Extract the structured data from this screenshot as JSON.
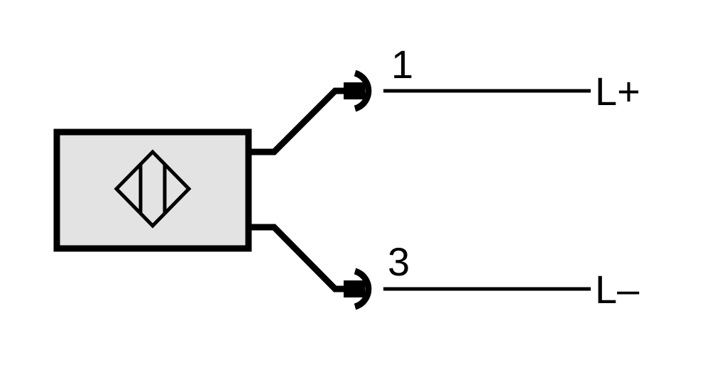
{
  "diagram": {
    "colors": {
      "stroke": "#000000",
      "housing_fill": "#e3e3e3",
      "background": "#ffffff"
    },
    "sensor": {
      "icon": "inductive-sensor-symbol-icon"
    },
    "connectors": [
      {
        "pin": "1",
        "signal": "L+",
        "icon": "plug-connector-icon"
      },
      {
        "pin": "3",
        "signal": "L–",
        "icon": "plug-connector-icon"
      }
    ]
  }
}
